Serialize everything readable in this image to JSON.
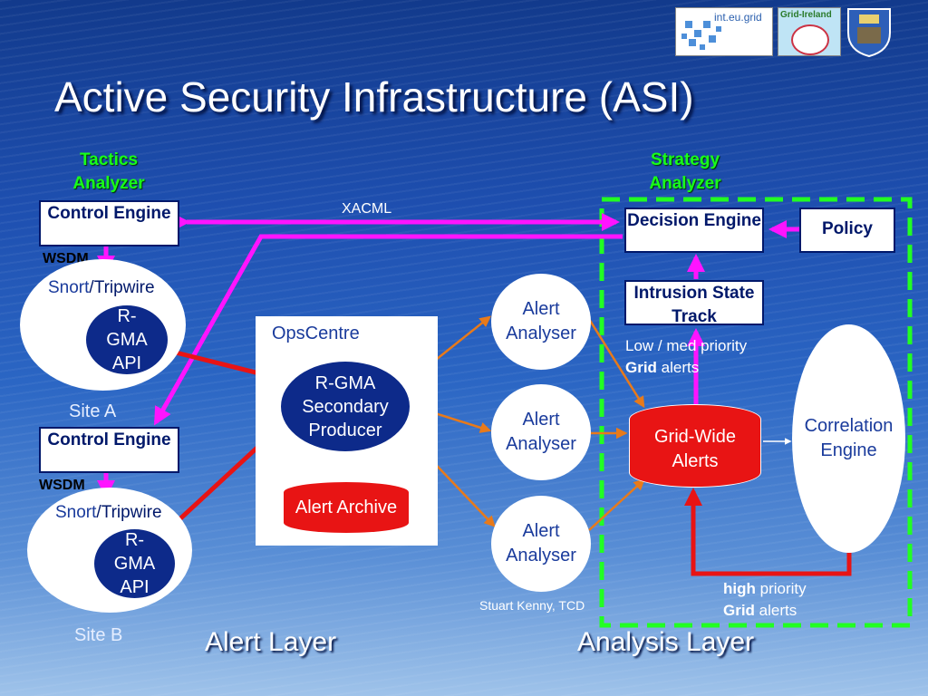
{
  "title": "Active Security Infrastructure (ASI)",
  "logos": [
    {
      "text": "int.eu.grid",
      "icon": "int-eu-grid-logo"
    },
    {
      "text": "Grid-Ireland",
      "icon": "grid-ireland-logo"
    },
    {
      "text": "",
      "icon": "tcd-crest-logo"
    }
  ],
  "tactics_analyzer": "Tactics Analyzer",
  "strategy_analyzer": "Strategy Analyzer",
  "xacml": "XACML",
  "site_a": {
    "control_engine": "Control Engine",
    "wsdm": "WSDM",
    "snort": "Snort",
    "tripwire": "/Tripwire",
    "api": "R-GMA API",
    "site": "Site A"
  },
  "site_b": {
    "control_engine": "Control Engine",
    "wsdm": "WSDM",
    "snort": "Snort",
    "tripwire": "/Tripwire",
    "api": "R-GMA API",
    "site": "Site B"
  },
  "opscentre": {
    "title": "OpsCentre",
    "producer": "R-GMA Secondary Producer",
    "archive": "Alert Archive"
  },
  "alert_analysers": [
    "Alert Analyser",
    "Alert Analyser",
    "Alert Analyser"
  ],
  "decision_engine": "Decision Engine",
  "policy": "Policy",
  "intrusion": "Intrusion State Track",
  "low_med_1": "Low / med priority",
  "low_med_2_bold": "Grid",
  "low_med_2_rest": " alerts",
  "grid_wide": "Grid-Wide Alerts",
  "correlation": "Correlation Engine",
  "high_1_bold": "high",
  "high_1_rest": " priority",
  "high_2_bold": "Grid",
  "high_2_rest": " alerts",
  "credit": "Stuart Kenny, TCD",
  "alert_layer": "Alert Layer",
  "analysis_layer": "Analysis Layer",
  "colors": {
    "magenta": "#ff14ff",
    "green_dash": "#22ff22",
    "red": "#e81414",
    "orange": "#e87a1a",
    "navy": "#0d2a8a"
  }
}
